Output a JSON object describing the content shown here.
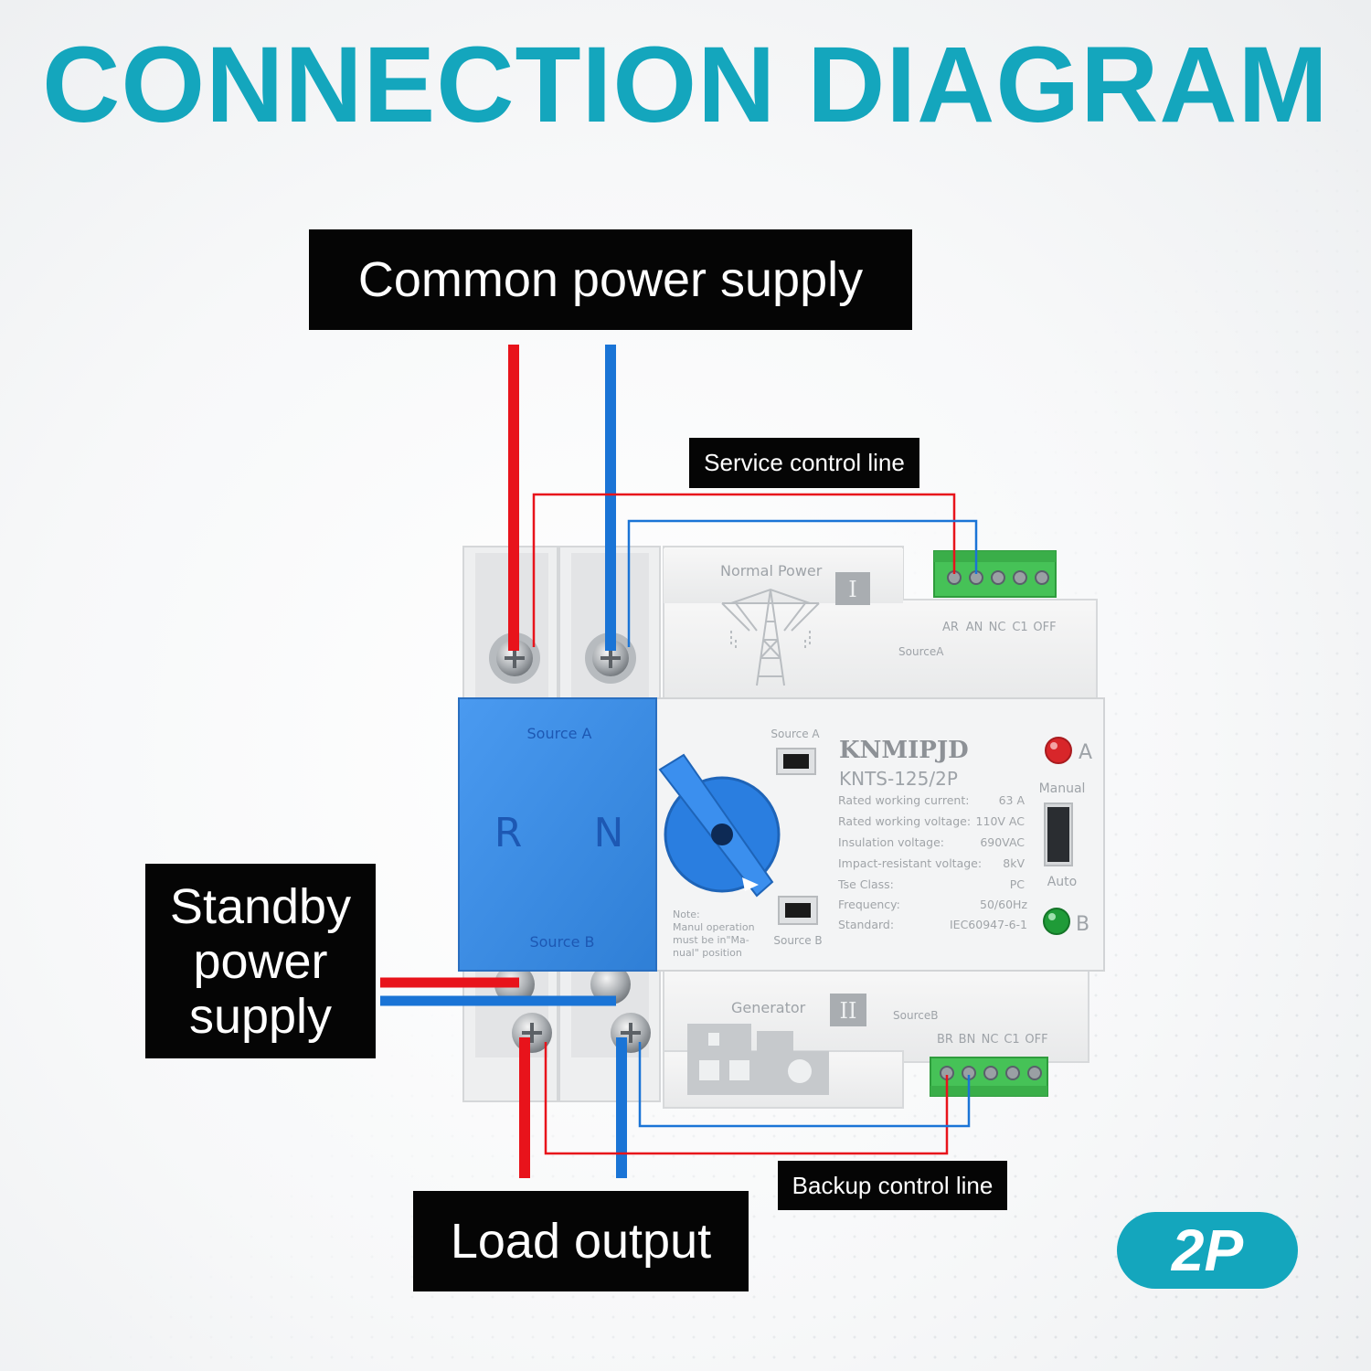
{
  "title": "CONNECTION DIAGRAM",
  "labels": {
    "common_power_supply": "Common power supply",
    "service_control_line": "Service control line",
    "standby_power_supply": "Standby power supply",
    "load_output": "Load output",
    "backup_control_line": "Backup control line"
  },
  "badge": "2P",
  "device": {
    "brand": "KNMIPJD",
    "model": "KNTS-125/2P",
    "top_module": {
      "name": "Normal Power",
      "roman": "I",
      "terminals": [
        "AR",
        "AN",
        "NC",
        "C1",
        "OFF"
      ],
      "source": "SourceA"
    },
    "bottom_module": {
      "name": "Generator",
      "roman": "II",
      "terminals": [
        "BR",
        "BN",
        "NC",
        "C1",
        "OFF"
      ],
      "source": "SourceB"
    },
    "cover": {
      "source_a": "Source A",
      "source_b": "Source B",
      "phase_r": "R",
      "phase_n": "N"
    },
    "window_a": "Source A",
    "window_b": "Source B",
    "note": [
      "Note:",
      "Manul operation",
      "must be in\"Ma-",
      "nual\" position"
    ],
    "specs": [
      {
        "label": "Rated working current:",
        "value": "63 A"
      },
      {
        "label": "Rated working voltage:",
        "value": "110V AC"
      },
      {
        "label": "Insulation voltage:",
        "value": "690VAC"
      },
      {
        "label": "Impact-resistant voltage:",
        "value": "8kV"
      },
      {
        "label": "Tse Class:",
        "value": "PC"
      },
      {
        "label": "Frequency:",
        "value": "50/60Hz"
      },
      {
        "label": "Standard:",
        "value": "IEC60947-6-1"
      }
    ],
    "indicator_a": "A",
    "indicator_b": "B",
    "mode_manual": "Manual",
    "mode_auto": "Auto"
  },
  "colors": {
    "accent": "#14a6bd",
    "live_wire": "#e8131b",
    "neutral_wire": "#1a74d6",
    "label_bg": "#050505",
    "terminal_green": "#3fbf4f",
    "cover_blue": "#3a8ee6"
  },
  "icons": [
    "transmission-tower-icon",
    "generator-icon",
    "rotary-handle-icon",
    "led-red-icon",
    "led-green-icon"
  ]
}
